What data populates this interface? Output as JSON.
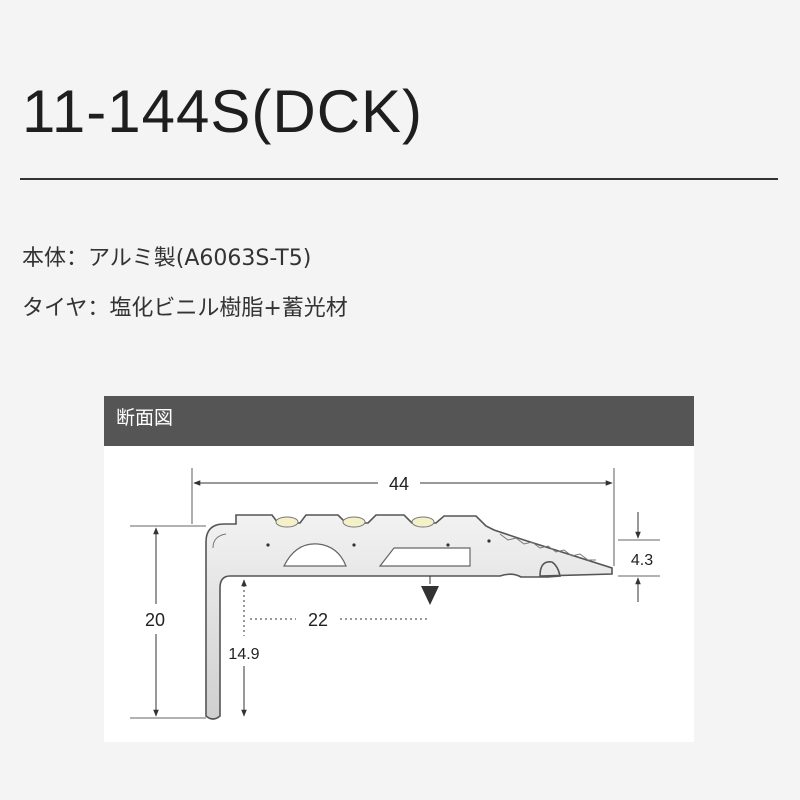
{
  "product": {
    "model": "11-144S(DCK)"
  },
  "specs": [
    {
      "label": "本体：",
      "value": "アルミ製(A6063S-T5)"
    },
    {
      "label": "タイヤ：",
      "value": "塩化ビニル樹脂+蓄光材"
    }
  ],
  "diagram": {
    "header": "断面図",
    "dimensions": {
      "width": "44",
      "height": "20",
      "inner_height": "14.9",
      "tread_depth": "22",
      "nose_height": "4.3"
    }
  },
  "colors": {
    "header_bg": "#555555",
    "profile_fill": "#e6e6e6",
    "profile_stroke": "#555555",
    "dimension_line": "#333333",
    "luminous_insert": "#f4f0c8"
  }
}
